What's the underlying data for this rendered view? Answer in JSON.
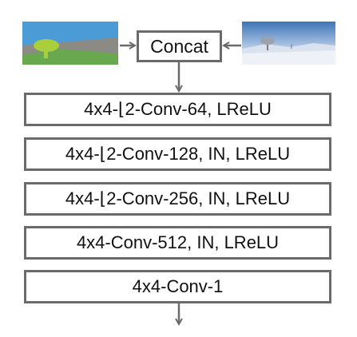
{
  "diagram": {
    "concat_label": "Concat",
    "layers": [
      "4x4-⌊2-Conv-64, LReLU",
      "4x4-⌊2-Conv-128, IN, LReLU",
      "4x4-⌊2-Conv-256, IN, LReLU",
      "4x4-Conv-512, IN, LReLU",
      "4x4-Conv-1"
    ],
    "inputs": {
      "left_image": "segmentation-map",
      "right_image": "snowy-landscape-photo"
    },
    "colors": {
      "box_border": "#6b6b6b",
      "arrow": "#6b6b6b",
      "text": "#111111"
    }
  }
}
